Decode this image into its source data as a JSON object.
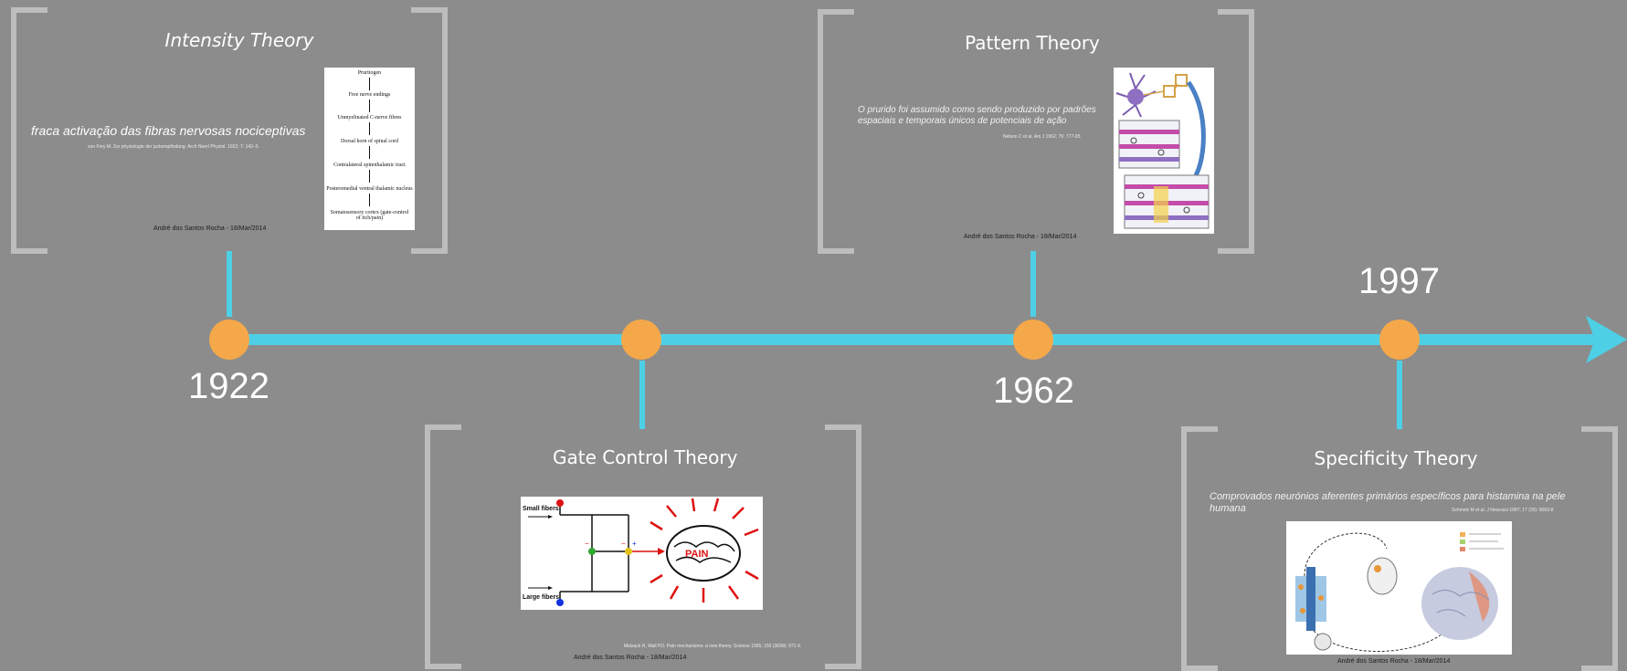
{
  "colors": {
    "background": "#8c8c8c",
    "timeline": "#4dd0e6",
    "marker": "#f5a84a",
    "bracket": "#bdbdbd"
  },
  "timeline": {
    "arrow_icon": "arrow-right",
    "years": [
      "1922",
      "1962",
      "1997"
    ]
  },
  "cards": {
    "intensity": {
      "title": "Intensity Theory",
      "description": "fraca activação das fibras nervosas nociceptivas",
      "reference": "von Frey M. Zur physiologie der juckempfindung. Arch Neerl Physiol. 1922; 7: 142–5.",
      "author": "André dos Santos Rocha - 18/Mar/2014",
      "flow_steps": [
        "Pruritogen",
        "Free nerve endings",
        "Unmyelinated C-nerve fibres",
        "Dorsal horn of spinal cord",
        "Contralateral spinothalamic tract",
        "Posteromedial ventral thalamic nucleus",
        "Somatosensory cortex (gate-control of itch/pain)"
      ]
    },
    "pattern": {
      "title": "Pattern Theory",
      "description": "O prurido foi assumido como sendo produzido por padrões espaciais e temporais únicos de potenciais de ação",
      "reference": "Nelson C et al. Am J 1962; 76: 777-95",
      "author": "André dos Santos Rocha - 18/Mar/2014"
    },
    "gate": {
      "title": "Gate Control Theory",
      "reference": "Melzack R, Wall PD. Pain mechanisms: a new theory. Science 1965; 150 (3699): 971-9.",
      "author": "André dos Santos Rocha - 18/Mar/2014",
      "diagram": {
        "small_fibers": "Small fibers",
        "large_fibers": "Large fibers",
        "pain": "PAIN",
        "plus": "+",
        "minus": "−"
      }
    },
    "specificity": {
      "title": "Specificity Theory",
      "description": "Comprovados neurónios aferentes primários específicos para histamina na pele humana",
      "reference": "Schmelz M et al. J Neurosci 1997; 17 (20): 8003-8",
      "author": "André dos Santos Rocha - 18/Mar/2014"
    }
  }
}
